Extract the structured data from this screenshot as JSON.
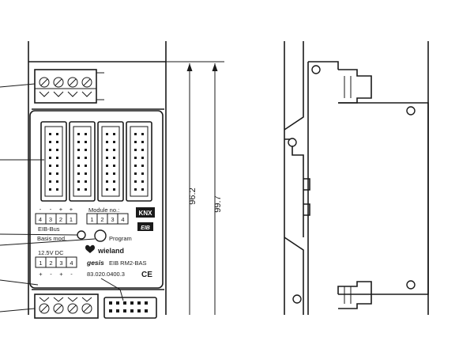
{
  "front_view": {
    "bus_signs": [
      "-",
      "-",
      "+",
      "+"
    ],
    "bus_numbers": [
      "4",
      "3",
      "2",
      "1"
    ],
    "bus_label": "EIB-Bus",
    "module_label": "Module no.:",
    "module_numbers": [
      "1",
      "2",
      "3",
      "4"
    ],
    "basis_mod_label": "Basis mod.",
    "program_label": "Program",
    "power_label": "12.5V DC",
    "power_numbers": [
      "1",
      "2",
      "3",
      "4"
    ],
    "power_signs": [
      "+",
      "-",
      "+",
      "-"
    ],
    "brand": "wieland",
    "product_prefix": "gesis",
    "product_name": "EIB RM2-BAS",
    "article_number": "83.020.0400.3",
    "knx_mark": "KNX",
    "eib_mark": "EIB",
    "ce_mark": "CE"
  },
  "dimensions": {
    "inner_height": "96.2",
    "outer_height": "99.7"
  }
}
